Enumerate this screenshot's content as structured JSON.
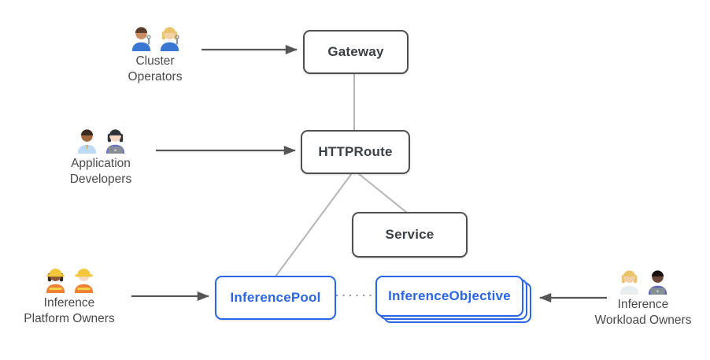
{
  "diagram": {
    "colors": {
      "blue": "#2a66e8",
      "node_border_gray": "#4f4f4f",
      "node_text_gray": "#3b4045",
      "connector_gray": "#b5b5b5",
      "dotted_gray": "#9e9e9e",
      "arrow_dark": "#555555",
      "persona_label_gray": "#4a4a4a"
    },
    "nodes": {
      "gateway": {
        "label": "Gateway"
      },
      "httproute": {
        "label": "HTTPRoute"
      },
      "service": {
        "label": "Service"
      },
      "inference_pool": {
        "label": "InferencePool"
      },
      "inference_objective": {
        "label": "InferenceObjective",
        "stacked": true
      }
    },
    "personas": [
      {
        "id": "cluster-operators",
        "emoji": "👨🏽‍🔧 👩🏼‍🔧",
        "label_lines": [
          "Cluster",
          "Operators"
        ],
        "persons": [
          {
            "skin": "#c98e63",
            "hair": "#5a3d2b",
            "torso": "#3a77d2",
            "tool": "#8d959c"
          },
          {
            "skin": "#f3cfa6",
            "hair": "#e9c46a",
            "long_hair": true,
            "torso": "#3a77d2",
            "tool": "#8d959c"
          }
        ]
      },
      {
        "id": "application-developers",
        "emoji": "👨🏾‍💼 👩🏻‍💻",
        "label_lines": [
          "Application",
          "Developers"
        ],
        "persons": [
          {
            "skin": "#a0683f",
            "hair": "#3a2a22",
            "torso": "#bcdaf3",
            "tie": "#c9a14e"
          },
          {
            "skin": "#f6d9c3",
            "hair": "#2f3438",
            "long_hair": true,
            "torso": "#6b74c9",
            "laptop": "#878e94"
          }
        ]
      },
      {
        "id": "inference-platform-owners",
        "emoji": "👷🏾‍♀️ 👷🏻",
        "label_lines": [
          "Inference",
          "Platform Owners"
        ],
        "persons": [
          {
            "skin": "#8a573b",
            "hair": "#33241c",
            "long_hair": true,
            "torso": "#ef7f35",
            "helmet": "#f3c73c",
            "vest_stripe": "#f6d44a"
          },
          {
            "skin": "#f6d9c3",
            "hair": "#8a6b4a",
            "torso": "#ef7f35",
            "helmet": "#f3c73c",
            "vest_stripe": "#f6d44a"
          }
        ]
      },
      {
        "id": "inference-workload-owners",
        "emoji": "👩🏼‍⚕️ 👨🏿‍💻",
        "label_lines": [
          "Inference",
          "Workload Owners"
        ],
        "persons": [
          {
            "skin": "#f3cfa6",
            "hair": "#e9c46a",
            "long_hair": true,
            "torso": "#e9edf0"
          },
          {
            "skin": "#6b4537",
            "hair": "#17120f",
            "torso": "#5b64b8",
            "laptop": "#878e94"
          }
        ]
      }
    ],
    "edges": [
      {
        "from": "cluster-operators",
        "to": "gateway",
        "style": "arrow"
      },
      {
        "from": "application-developers",
        "to": "httproute",
        "style": "arrow"
      },
      {
        "from": "inference-platform-owners",
        "to": "inference_pool",
        "style": "arrow"
      },
      {
        "from": "inference-workload-owners",
        "to": "inference_objective",
        "style": "arrow"
      },
      {
        "from": "gateway",
        "to": "httproute",
        "style": "line"
      },
      {
        "from": "httproute",
        "to": "service",
        "style": "line"
      },
      {
        "from": "httproute",
        "to": "inference_pool",
        "style": "line"
      },
      {
        "from": "inference_pool",
        "to": "inference_objective",
        "style": "dotted"
      }
    ]
  }
}
